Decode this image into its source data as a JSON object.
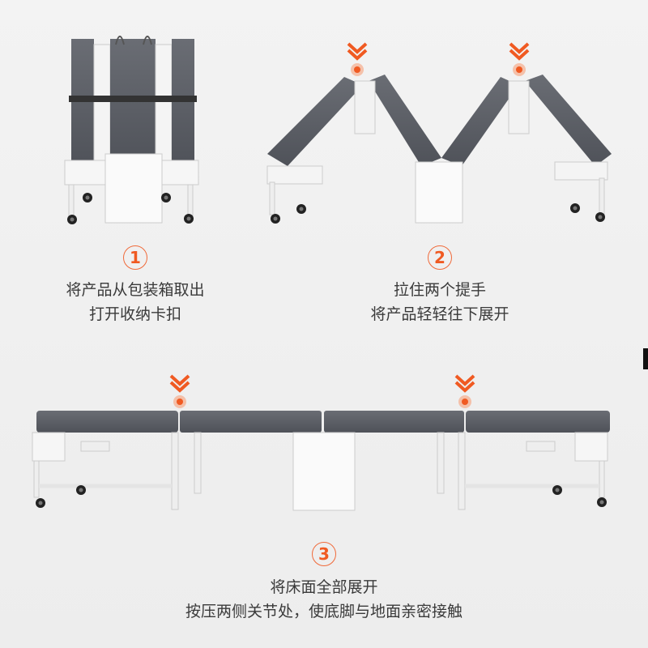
{
  "accent_color": "#f05a22",
  "steps": [
    {
      "number": "1",
      "lines": [
        "将产品从包装箱取出",
        "打开收纳卡扣"
      ]
    },
    {
      "number": "2",
      "lines": [
        "拉住两个提手",
        "将产品轻轻往下展开"
      ]
    },
    {
      "number": "3",
      "lines": [
        "将床面全部展开",
        "按压两侧关节处，使底脚与地面亲密接触"
      ]
    }
  ]
}
